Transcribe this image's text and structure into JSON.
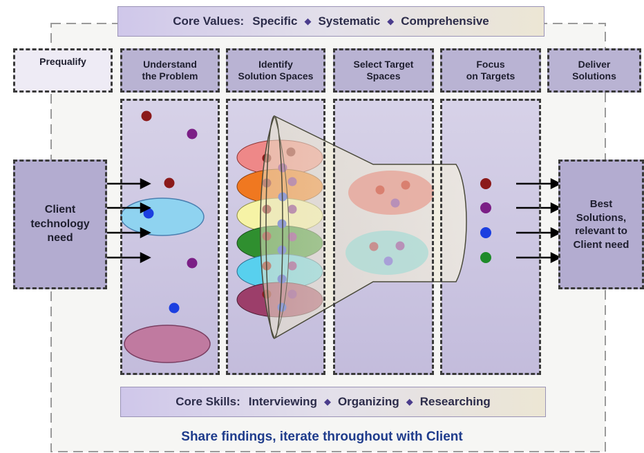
{
  "core_values": {
    "label": "Core Values:",
    "items": [
      "Specific",
      "Systematic",
      "Comprehensive"
    ],
    "separator": "◆"
  },
  "core_skills": {
    "label": "Core Skills:",
    "items": [
      "Interviewing",
      "Organizing",
      "Researching"
    ],
    "separator": "◆"
  },
  "stages": [
    {
      "label": "Prequalify"
    },
    {
      "label": "Understand\nthe Problem"
    },
    {
      "label": "Identify\nSolution Spaces"
    },
    {
      "label": "Select Target\nSpaces"
    },
    {
      "label": "Focus\non Targets"
    },
    {
      "label": "Deliver\nSolutions"
    }
  ],
  "input_box": {
    "label": "Client\ntechnology\nneed"
  },
  "output_box": {
    "label": "Best\nSolutions,\nrelevant to\nClient need"
  },
  "footer": "Share findings, iterate throughout with Client",
  "colors": {
    "dot_red": "#8b1a1a",
    "dot_purple": "#7b1f86",
    "dot_blue": "#1c3fe0",
    "dot_green": "#1f8a2a",
    "column_fill": "#c7c1de",
    "header_fill": "#b9b3d3",
    "footer_text": "#1f3c8c"
  },
  "funnel_layers": [
    "#ee8888",
    "#f07820",
    "#f6f3a6",
    "#2f8f2f",
    "#58d0ee",
    "#9c3e6a"
  ]
}
